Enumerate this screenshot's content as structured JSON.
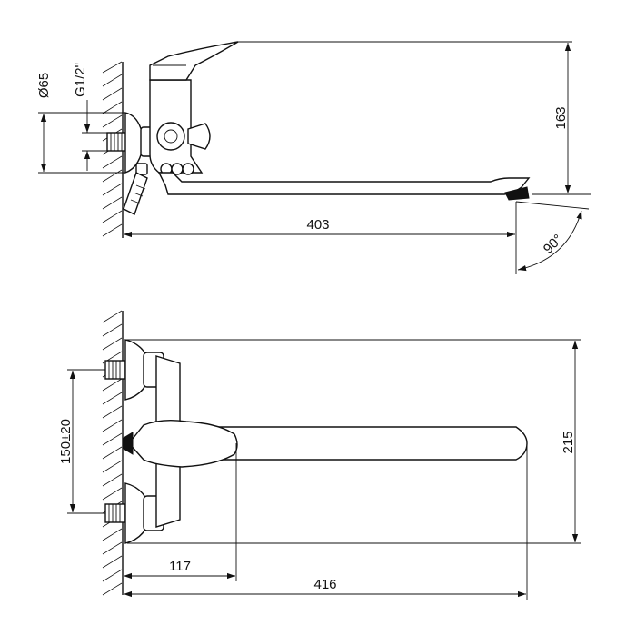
{
  "side_view": {
    "dims": {
      "dia65": "Ø65",
      "g12": "G1/2\"",
      "h163": "163",
      "len403": "403",
      "angle90": "90°"
    }
  },
  "top_view": {
    "dims": {
      "h215": "215",
      "c150": "150±20",
      "w117": "117",
      "w416": "416"
    }
  }
}
